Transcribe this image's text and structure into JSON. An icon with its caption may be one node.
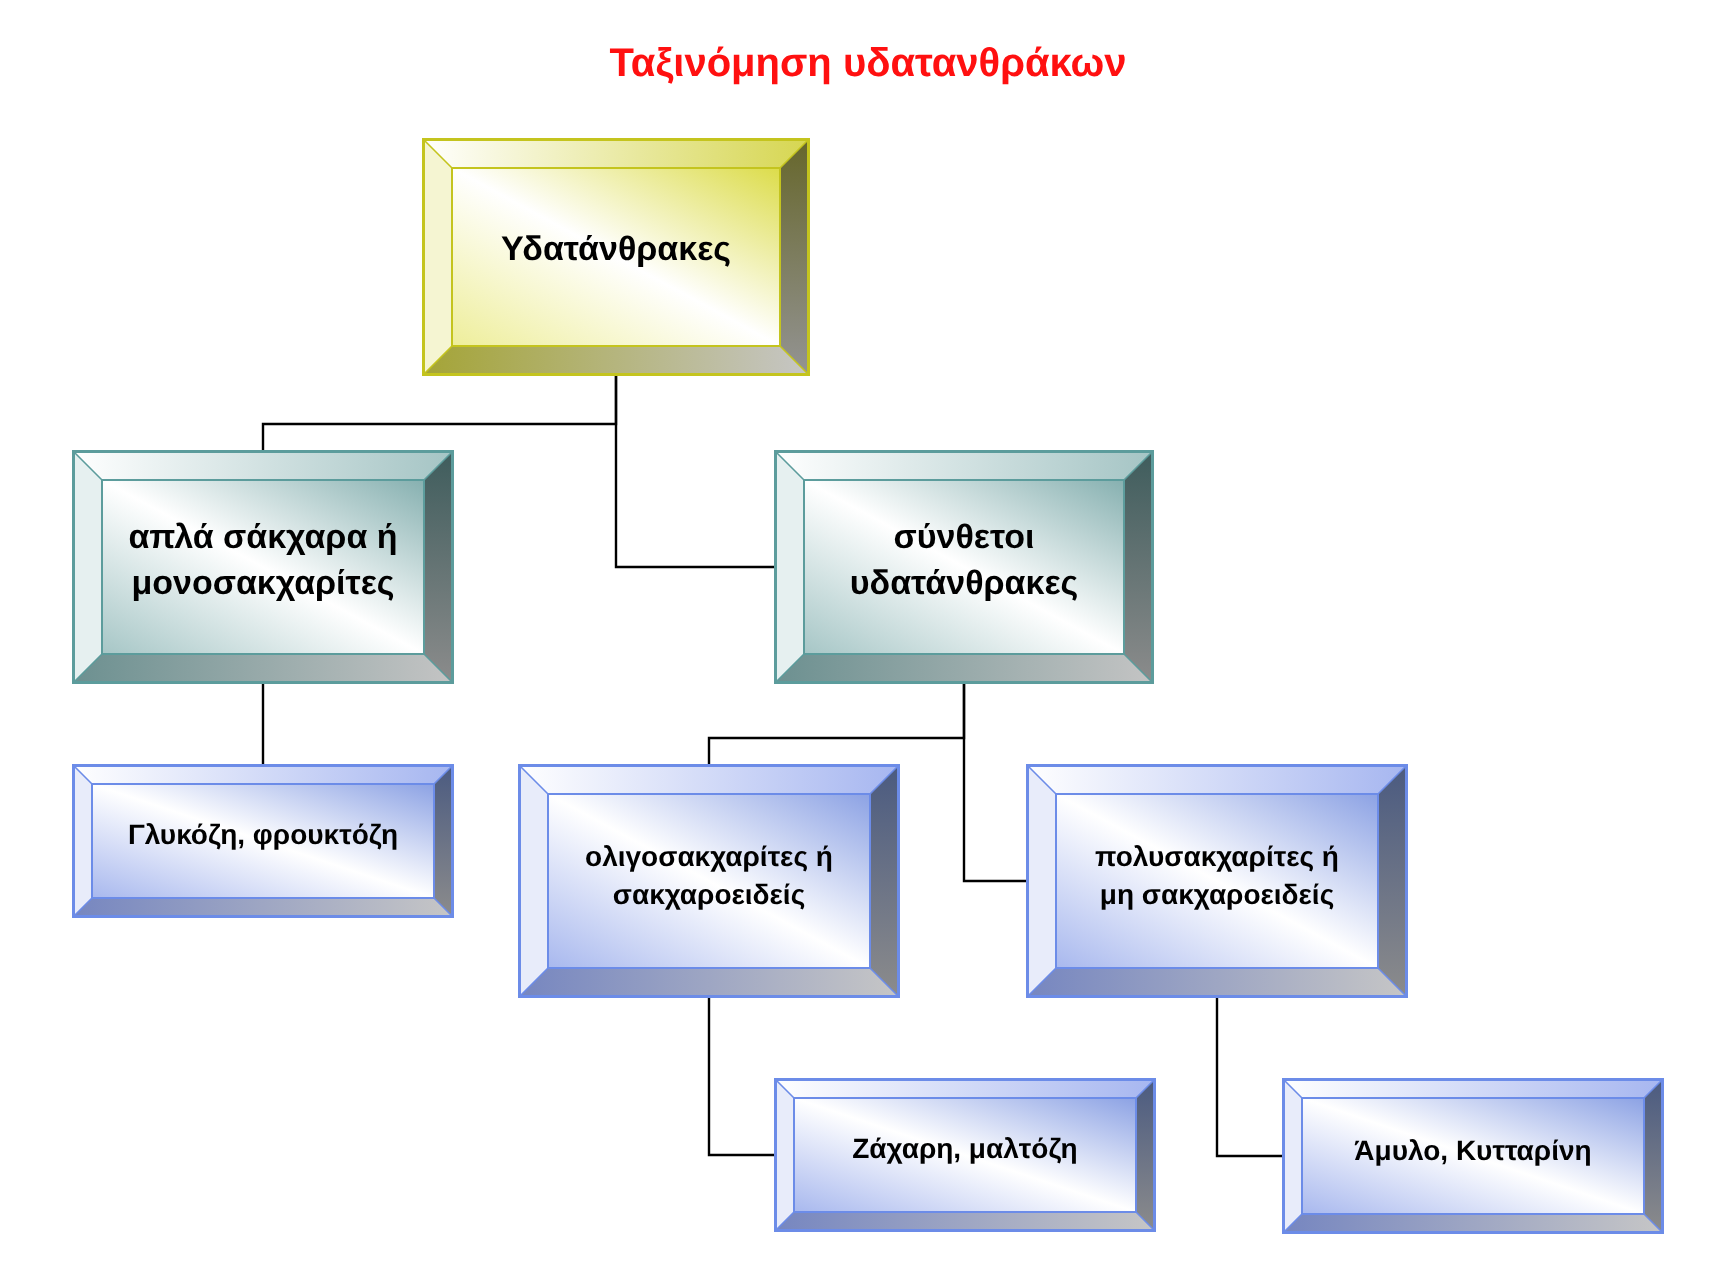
{
  "diagram": {
    "title": "Ταξινόμηση υδατανθράκων",
    "nodes": [
      {
        "text": [
          "Υδατάνθρακες"
        ]
      },
      {
        "text": [
          "απλά σάκχαρα ή μονοσακχαρίτες"
        ]
      },
      {
        "text": [
          "σύνθετοι υδατάνθρακες"
        ]
      },
      {
        "text": [
          "Γλυκόζη, φρουκτόζη"
        ]
      },
      {
        "text": [
          "ολιγοσακχαρίτες ή σακχαροειδείς"
        ]
      },
      {
        "text": [
          "πολυσακχαρίτες ή μη σακχαροειδείς"
        ]
      },
      {
        "text": [
          "Ζάχαρη, μαλτόζη"
        ]
      },
      {
        "text": [
          "Άμυλο, Κυτταρίνη"
        ]
      }
    ],
    "edges": [
      {
        "from": 0,
        "to": 1,
        "arrow": "none"
      },
      {
        "from": 0,
        "to": 2,
        "arrow": "none"
      },
      {
        "from": 1,
        "to": 3,
        "arrow": "none"
      },
      {
        "from": 2,
        "to": 4,
        "arrow": "none"
      },
      {
        "from": 2,
        "to": 5,
        "arrow": "none"
      },
      {
        "from": 4,
        "to": 6,
        "arrow": "none"
      },
      {
        "from": 5,
        "to": 7,
        "arrow": "none"
      }
    ]
  }
}
